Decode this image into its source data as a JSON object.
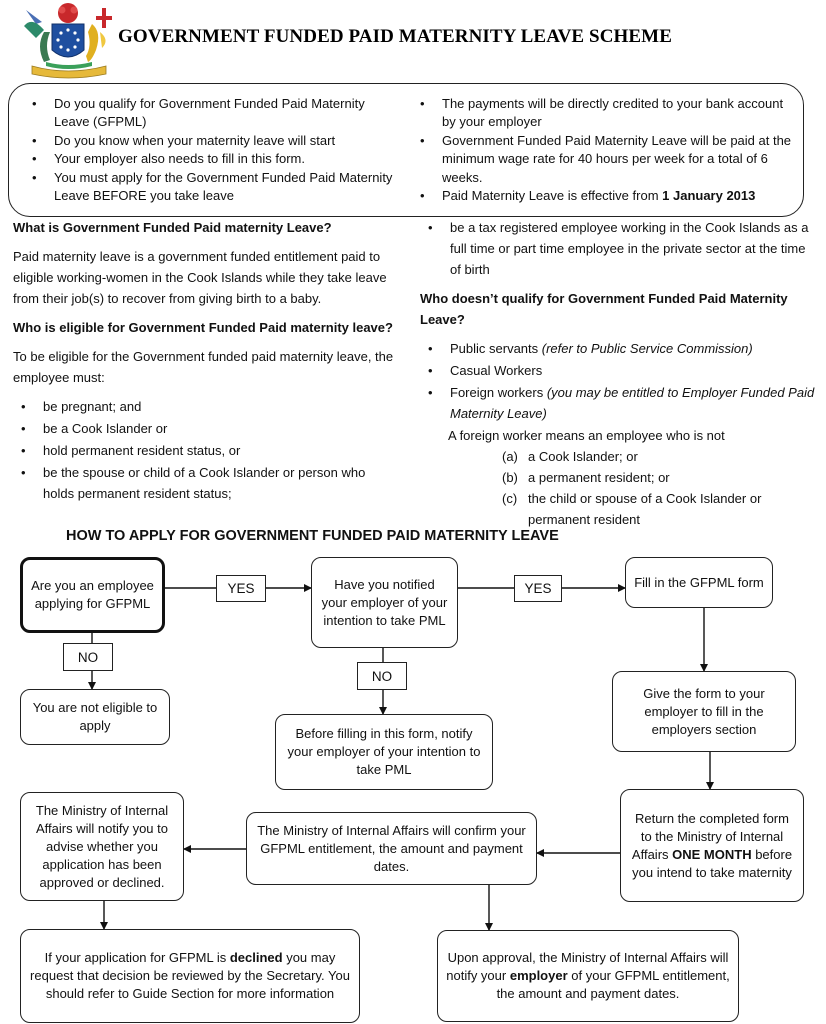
{
  "header": {
    "title": "GOVERNMENT FUNDED PAID MATERNITY LEAVE SCHEME"
  },
  "summary": {
    "left": [
      "Do you qualify for Government Funded Paid Maternity Leave (GFPML)",
      "Do you know when  your maternity leave will start",
      "Your employer also needs to fill in this form.",
      "You must apply for the Government Funded Paid Maternity Leave BEFORE you take leave"
    ],
    "right": [
      "The payments will be directly credited to your bank account by your employer",
      "Government Funded Paid Maternity Leave will be paid at the minimum wage rate for 40 hours per week for a total of 6 weeks."
    ],
    "effective_prefix": "Paid Maternity Leave is effective from ",
    "effective_date": "1 January 2013"
  },
  "what_is": {
    "heading": "What is Government Funded Paid maternity Leave?",
    "body": "Paid maternity leave is a government funded entitlement paid to eligible working-women in the Cook Islands while they take leave from their job(s) to recover from giving birth to a baby."
  },
  "eligible": {
    "heading": "Who is eligible for Government Funded Paid maternity leave?",
    "intro": "To be eligible for the Government funded paid maternity leave, the employee must:",
    "items": [
      "be pregnant; and",
      "be a Cook Islander or",
      "hold permanent resident status, or",
      "be the spouse or child of a Cook Islander or person who holds permanent resident status;",
      "be a tax registered employee working in the Cook Islands as a full time or part time employee in the private sector at the time of birth"
    ]
  },
  "not_qualify": {
    "heading": "Who doesn’t qualify for Government Funded Paid Maternity Leave?",
    "public_servants": "Public servants ",
    "public_servants_note": "(refer to Public Service Commission)",
    "casual": "Casual Workers",
    "foreign": "Foreign workers ",
    "foreign_note": "(you may be entitled to Employer Funded Paid Maternity Leave)",
    "foreign_def": "A foreign worker means an employee who is not",
    "foreign_list": [
      {
        "label": "(a)",
        "text": "a Cook Islander; or"
      },
      {
        "label": "(b)",
        "text": "a permanent resident; or"
      },
      {
        "label": "(c)",
        "text": "the child or spouse of a Cook Islander or permanent resident"
      }
    ]
  },
  "flowchart": {
    "title": "HOW TO APPLY FOR GOVERNMENT FUNDED PAID MATERNITY LEAVE",
    "q1": "Are you an employee applying for GFPML",
    "q2": "Have you notified your employer of your intention to take PML",
    "fill": "Fill in the GFPML form",
    "yes": "YES",
    "no": "NO",
    "not_eligible": "You are not eligible to apply",
    "notify_first": "Before filling in this form, notify your employer of your intention to take PML",
    "give_form": "Give the form to your employer to fill in the employers section",
    "return_1": "Return the completed form to the Ministry of Internal Affairs ",
    "return_bold": "ONE MONTH",
    "return_2": " before you intend to take maternity",
    "confirm": "The Ministry of Internal Affairs will confirm your GFPML entitlement, the amount and payment dates.",
    "notify_you": "The Ministry of Internal Affairs will notify you to advise whether you application has been approved or declined.",
    "declined_1": "If your application for GFPML is ",
    "declined_bold": "declined",
    "declined_2": " you may request that decision be reviewed by the Secretary. You should refer to Guide Section for more information",
    "approval_1": "Upon approval, the Ministry of Internal Affairs will notify your ",
    "approval_bold": "employer",
    "approval_2": " of your GFPML entitlement, the amount and payment dates."
  }
}
